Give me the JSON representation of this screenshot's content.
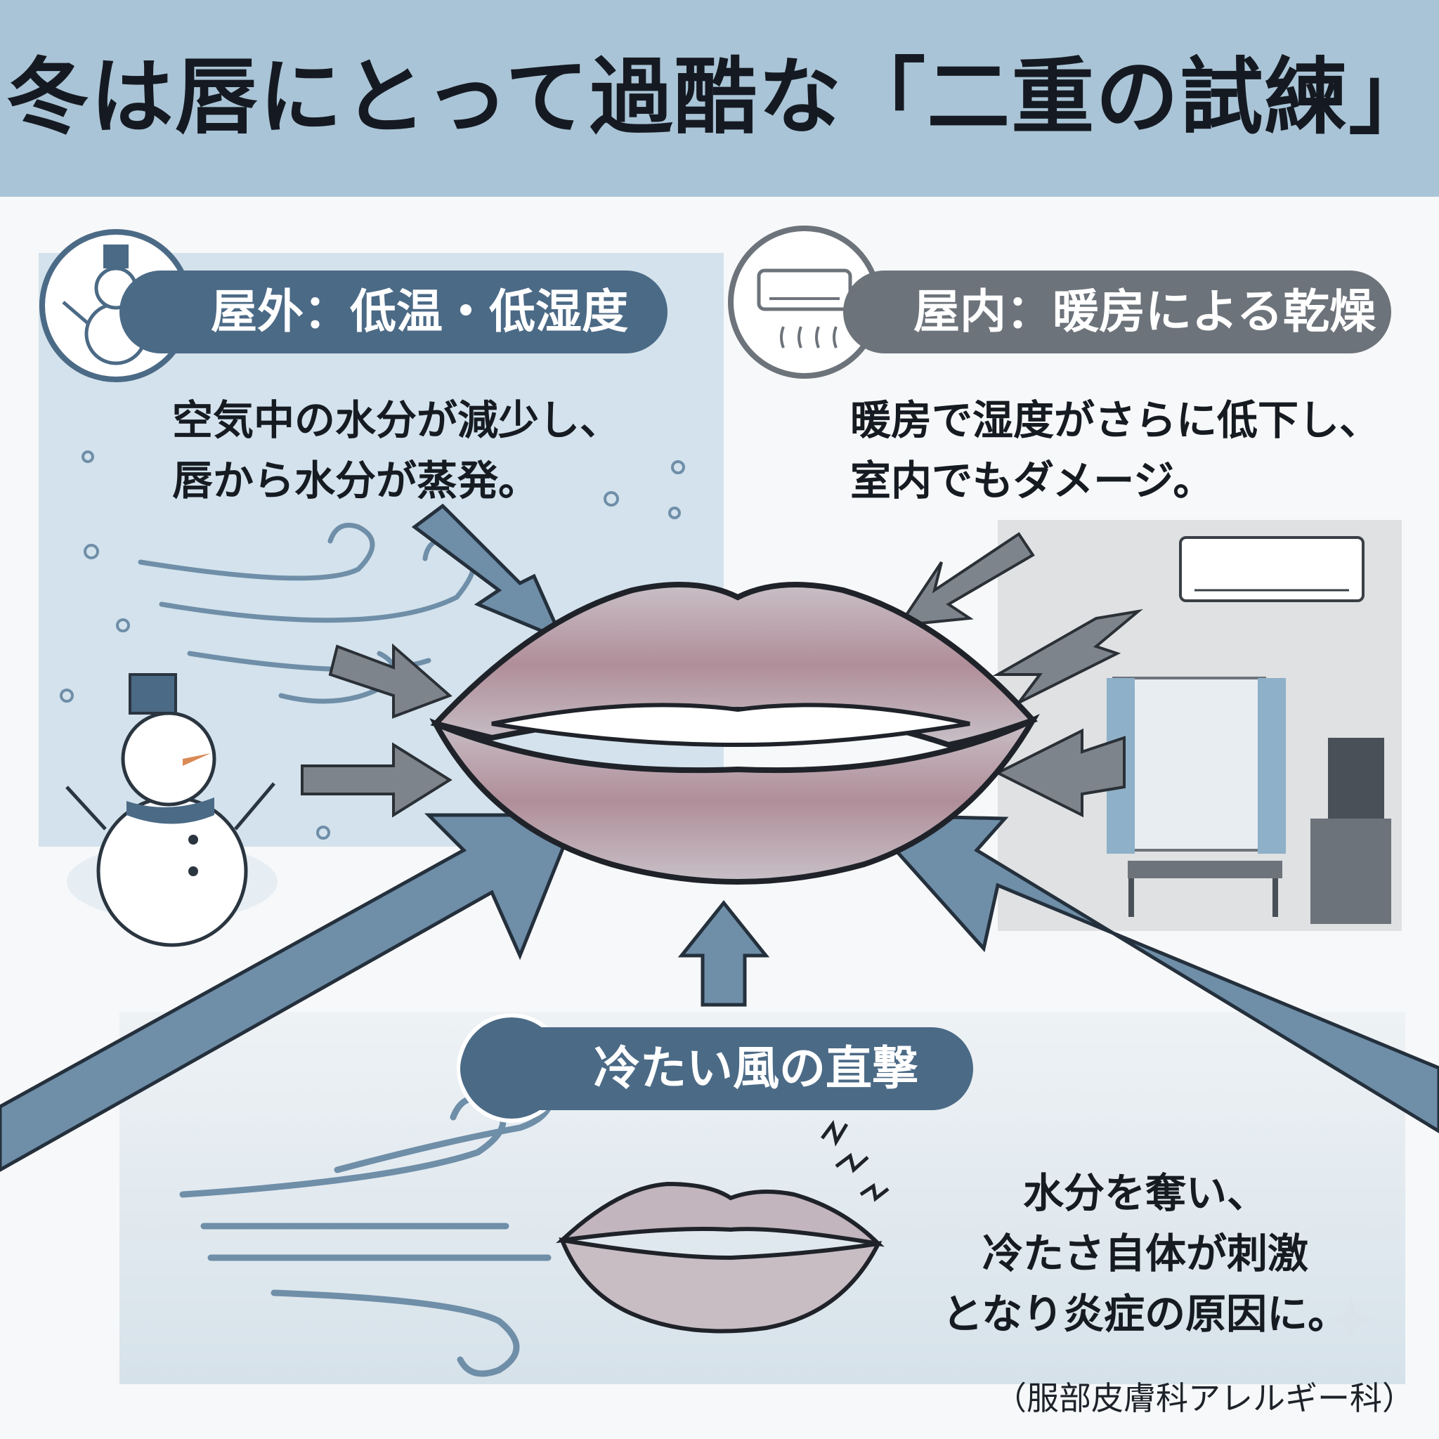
{
  "title": "冬は唇にとって過酷な「二重の試練」",
  "outdoor": {
    "label": "屋外：低温・低湿度",
    "text_line1": "空気中の水分が減少し、",
    "text_line2": "唇から水分が蒸発。",
    "icon": "snowman-icon"
  },
  "indoor": {
    "label": "屋内：暖房による乾燥",
    "text_line1": "暖房で湿度がさらに低下し、",
    "text_line2": "室内でもダメージ。",
    "icon": "air-conditioner-icon"
  },
  "wind": {
    "label": "冷たい風の直撃",
    "text_line1": "水分を奪い、",
    "text_line2": "冷たさ自体が刺激",
    "text_line3": "となり炎症の原因に。",
    "icon": "plus-icon"
  },
  "source": "（服部皮膚科アレルギー科）",
  "colors": {
    "header_bg": "#a9c4d6",
    "outdoor_accent": "#4b6a86",
    "indoor_accent": "#6d737a",
    "arrow_blue": "#6f8ea8",
    "arrow_gray": "#7d848b"
  }
}
